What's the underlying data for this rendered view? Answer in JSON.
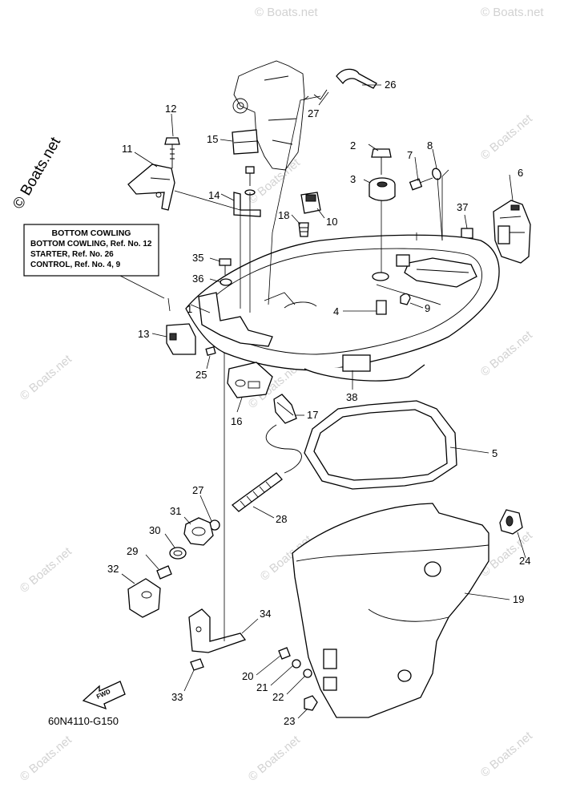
{
  "watermark": {
    "main": "© Boats.net",
    "repeat": "© Boats.net"
  },
  "label_box": {
    "title": "BOTTOM COWLING",
    "lines": [
      "BOTTOM COWLING,  Ref. No. 12",
      "STARTER,  Ref. No. 26",
      "CONTROL,  Ref. No. 4, 9"
    ]
  },
  "diagram_code": "60N4110-G150",
  "fwd_arrow_label": "FWD",
  "callouts": {
    "c1": "1",
    "c2": "2",
    "c3": "3",
    "c4": "4",
    "c5": "5",
    "c6": "6",
    "c7": "7",
    "c8": "8",
    "c9": "9",
    "c10": "10",
    "c11": "11",
    "c12": "12",
    "c13": "13",
    "c14": "14",
    "c15": "15",
    "c16": "16",
    "c17": "17",
    "c18": "18",
    "c19": "19",
    "c20": "20",
    "c21": "21",
    "c22": "22",
    "c23": "23",
    "c24": "24",
    "c25": "25",
    "c26": "26",
    "c27a": "27",
    "c27b": "27",
    "c28": "28",
    "c29": "29",
    "c30": "30",
    "c31": "31",
    "c32": "32",
    "c33": "33",
    "c34": "34",
    "c35": "35",
    "c36": "36",
    "c37": "37",
    "c38": "38"
  }
}
